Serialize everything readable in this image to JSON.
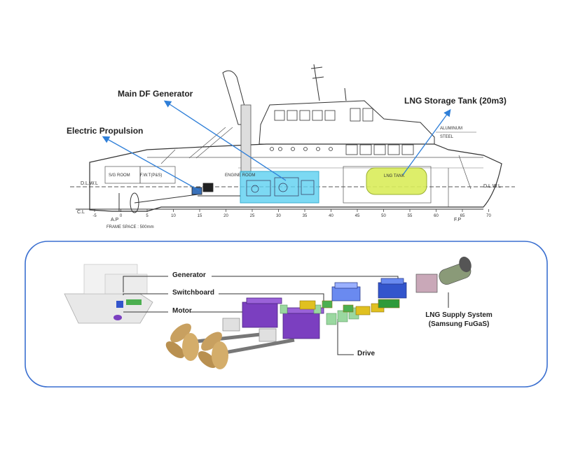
{
  "ship_drawing": {
    "callouts": {
      "main_df_generator": "Main DF Generator",
      "electric_propulsion": "Electric Propulsion",
      "lng_storage_tank": "LNG Storage Tank (20m3)"
    },
    "labels": {
      "aluminum": "ALUMINUM",
      "steel": "STEEL",
      "engine_room": "ENGINE ROOM",
      "lng_tank": "LNG TANK",
      "sg_room": "S/G ROOM",
      "fwt": "F.W.T(P&S)",
      "dlwl_left": "D.L.W.L",
      "dlwl_right": "D.L.W.L",
      "cl": "C.L",
      "ap": "A.P",
      "fp": "F.P",
      "frame_space": "FRAME SPACE : 500mm"
    },
    "frame_ticks": [
      "-5",
      "0",
      "5",
      "10",
      "15",
      "20",
      "25",
      "30",
      "35",
      "40",
      "45",
      "50",
      "55",
      "60",
      "65",
      "70"
    ],
    "highlight_colors": {
      "engine_room": "#5bd0f0",
      "lng_tank": "#d9ec5a",
      "arrow": "#2f7fd8"
    }
  },
  "system_diagram": {
    "callouts": {
      "generator": "Generator",
      "switchboard": "Switchboard",
      "motor": "Motor",
      "drive": "Drive",
      "lng_supply_system": "LNG Supply System",
      "lng_supply_system_sub": "(Samsung FuGaS)"
    },
    "frame_color": "#3a6fd0",
    "component_colors": {
      "generator": "#3355cc",
      "switchboard": "#e0c020",
      "motor": "#7b3fc0",
      "drive": "#9ad8a0",
      "propeller": "#c8a060",
      "lng_tank": "#8a9a78"
    }
  }
}
